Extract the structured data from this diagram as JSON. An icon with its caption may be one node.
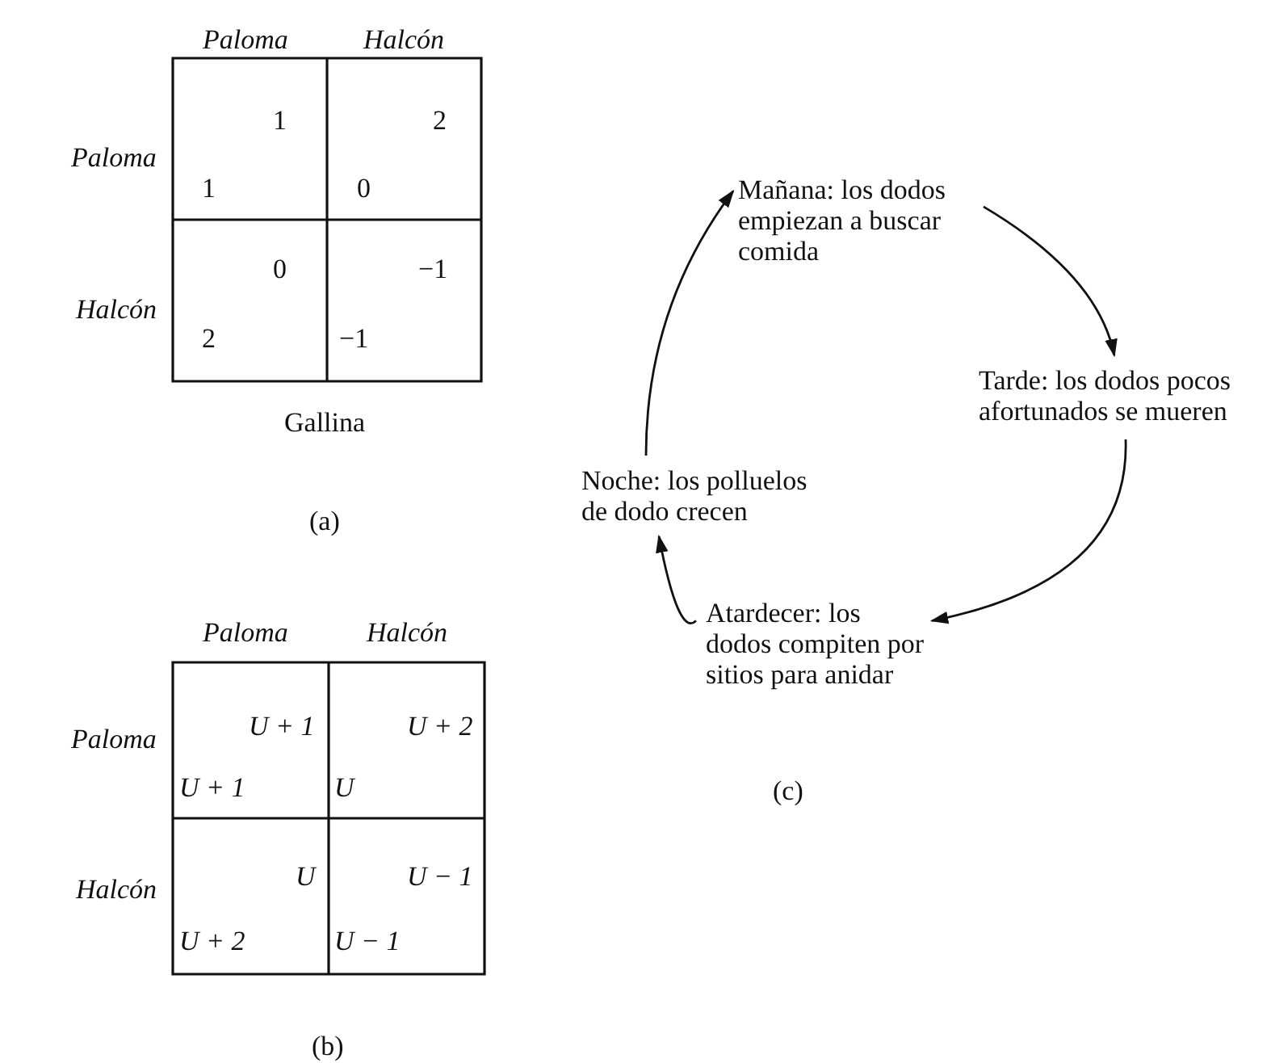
{
  "diagram": {
    "nodes": [
      {
        "text": [
          "Mañana: los dodos empiezan a buscar comida"
        ]
      },
      {
        "text": [
          "Tarde: los dodos pocos afortunados se mueren"
        ]
      },
      {
        "text": [
          "Atardecer: los dodos compiten por sitios para anidar"
        ]
      },
      {
        "text": [
          "Noche: los polluelos de dodo crecen"
        ]
      }
    ],
    "edges": [
      {
        "from": 0,
        "to": 1,
        "arrow": "to"
      },
      {
        "from": 1,
        "to": 2,
        "arrow": "to"
      },
      {
        "from": 2,
        "to": 3,
        "arrow": "to"
      },
      {
        "from": 3,
        "to": 0,
        "arrow": "to"
      }
    ],
    "labels": [
      "Paloma",
      "Halcón",
      "Paloma",
      "1",
      "2",
      "1",
      "0",
      "Halcón",
      "0",
      "−1",
      "2",
      "−1",
      "Gallina",
      "(a)",
      "Paloma",
      "Halcón",
      "Paloma",
      "U + 1",
      "U + 2",
      "U + 1",
      "U",
      "Halcón",
      "U",
      "U − 1",
      "U + 2",
      "U − 1",
      "(b)",
      "(c)"
    ]
  }
}
